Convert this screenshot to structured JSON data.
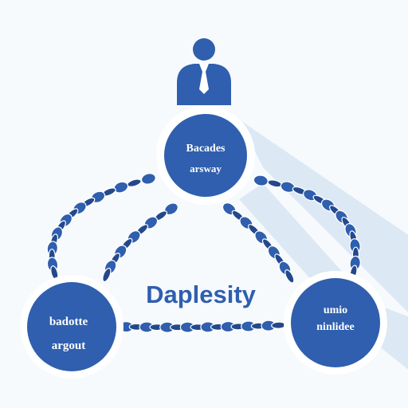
{
  "colors": {
    "primary": "#2f5fae",
    "primary_dark": "#23498c",
    "ring": "#ffffff",
    "shadow": "#c9dcee",
    "background": "#f7fafd",
    "title": "#2f5fae"
  },
  "center_title": "Daplesity",
  "icons": {
    "top": "person-icon"
  },
  "nodes": {
    "top": {
      "line1": "Bacades",
      "line2": "arsway"
    },
    "left": {
      "line1": "badotte",
      "line2": "argout"
    },
    "right": {
      "line1": "umio",
      "line2": "ninlidee"
    }
  }
}
